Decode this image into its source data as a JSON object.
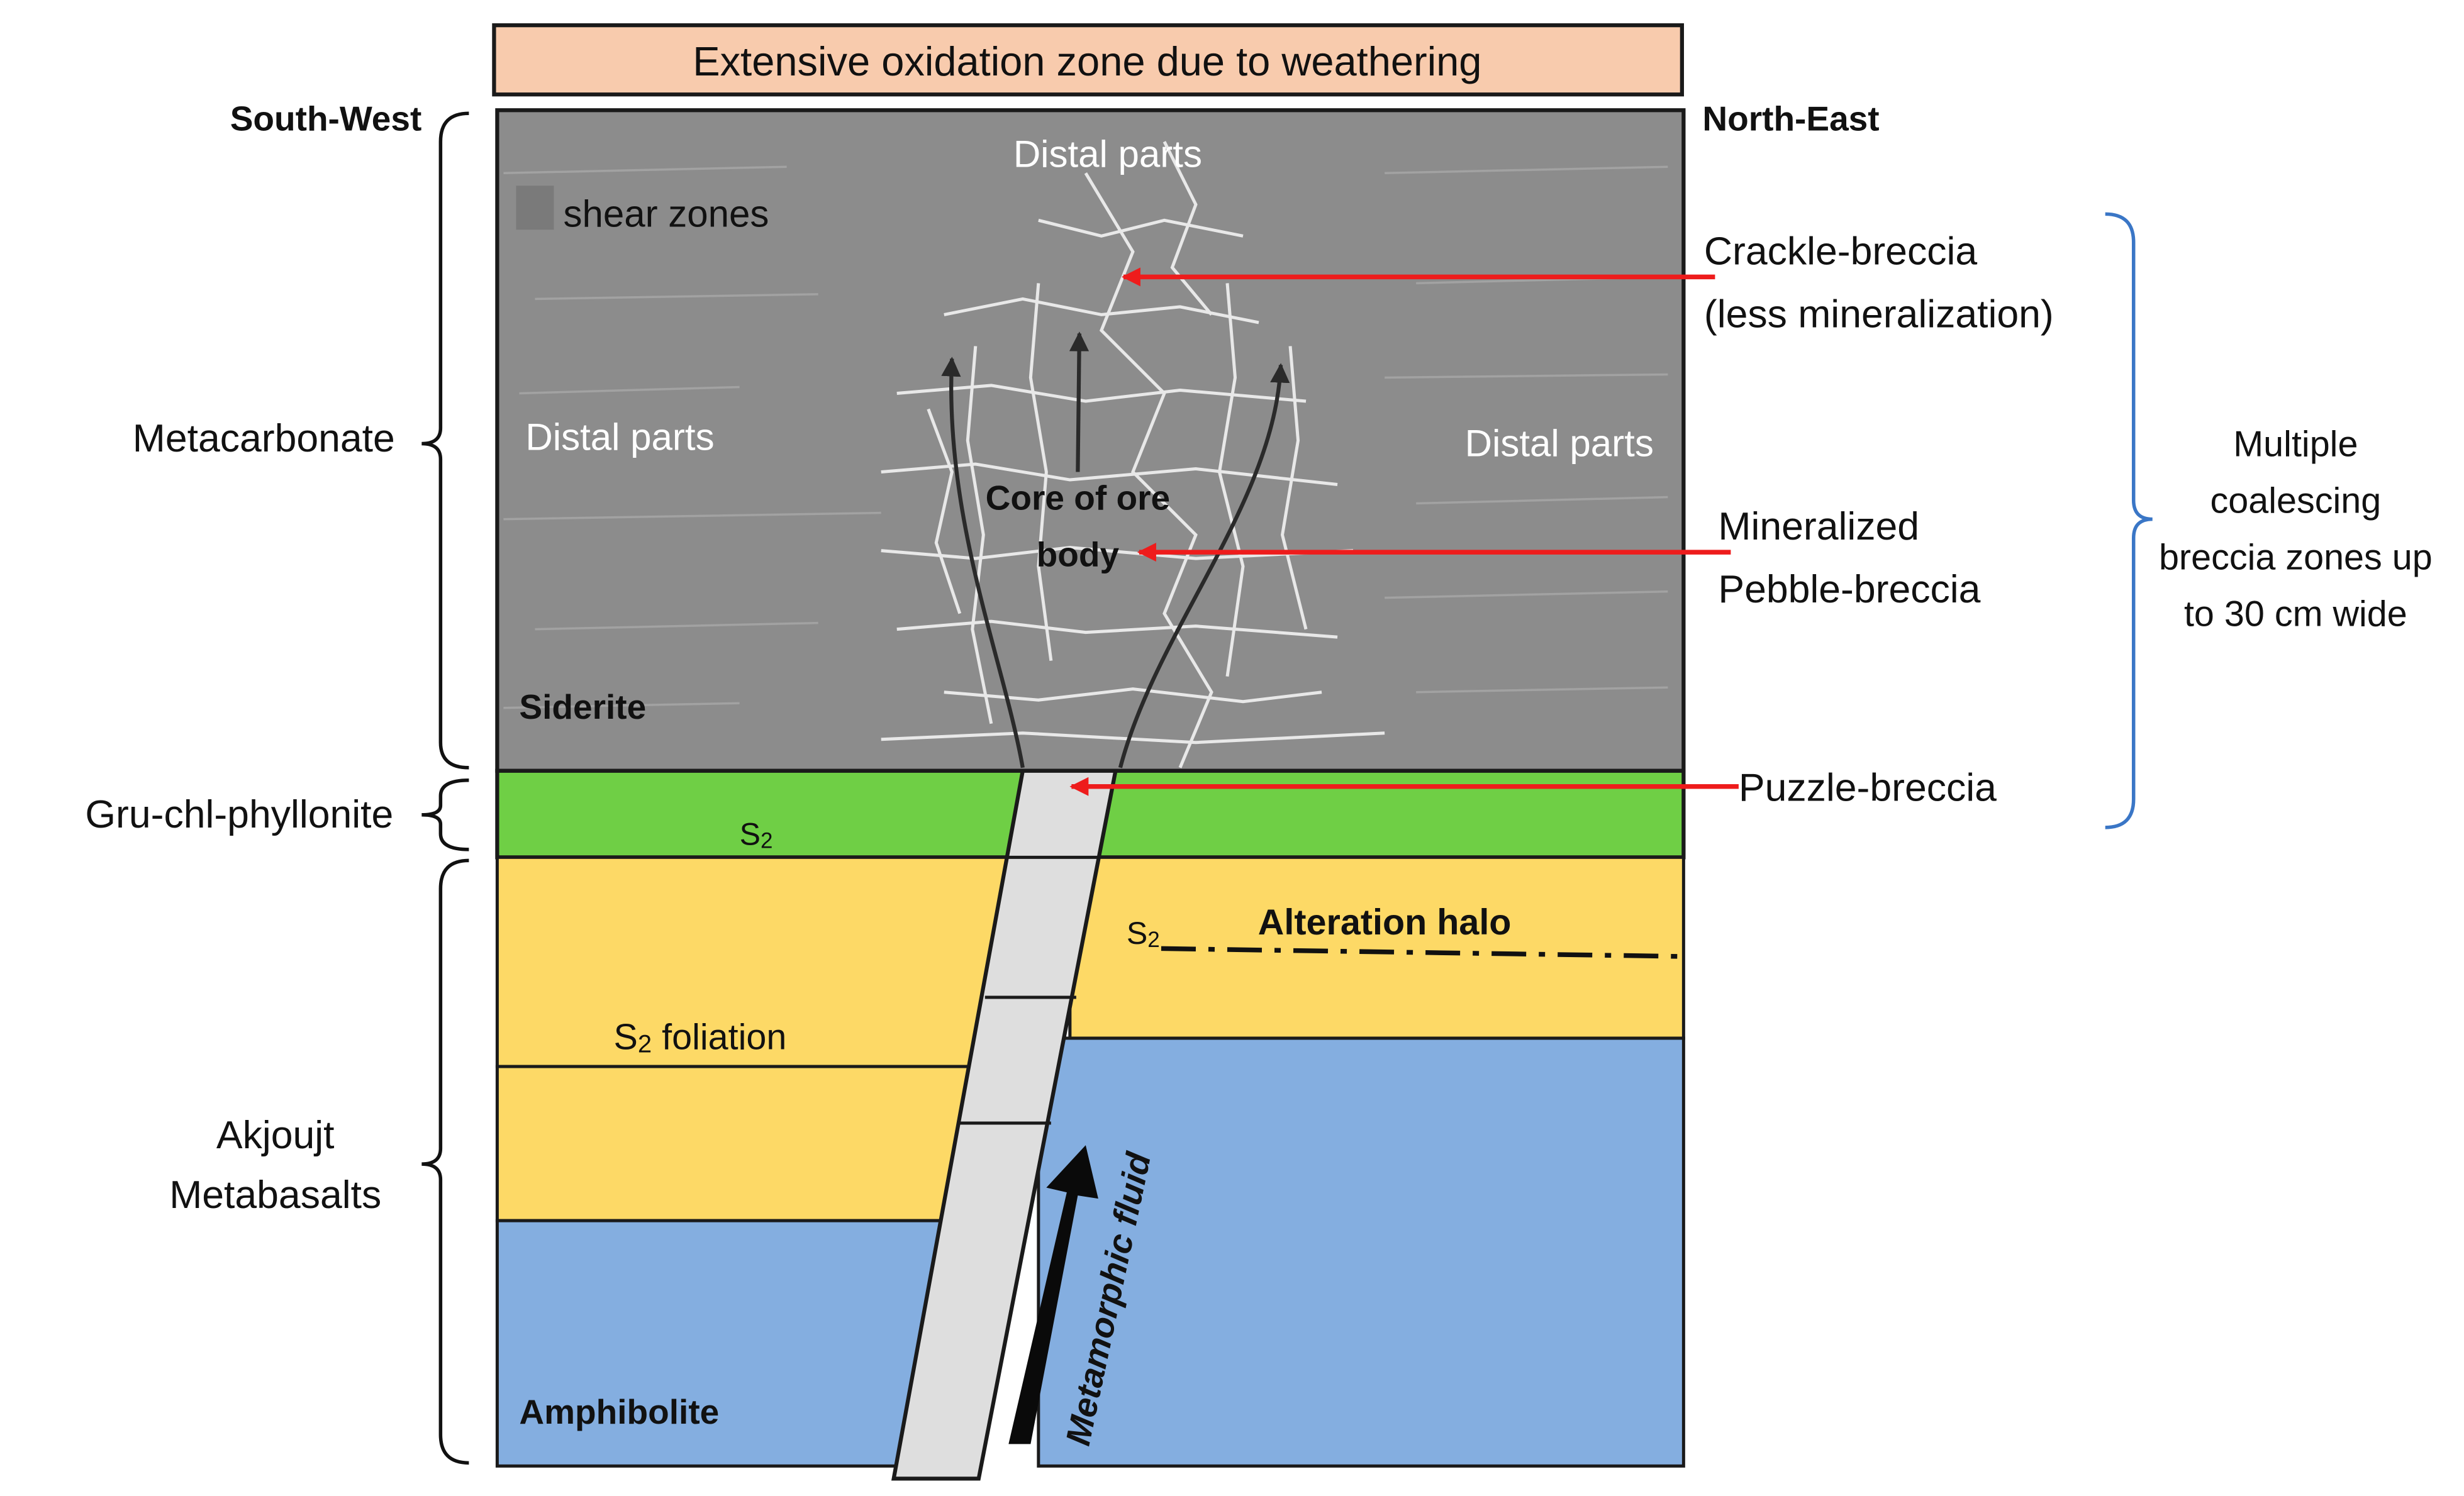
{
  "header": {
    "banner": "Extensive oxidation zone due to weathering"
  },
  "directions": {
    "left": "South-West",
    "right": "North-East"
  },
  "units": {
    "metacarbonate": "Metacarbonate",
    "phyllonite": "Gru-chl-phyllonite",
    "akjoujt_line1": "Akjoujt",
    "akjoujt_line2": "Metabasalts"
  },
  "inside": {
    "shear_zones": "shear zones",
    "distal_top": "Distal parts",
    "distal_left": "Distal parts",
    "distal_right": "Distal parts",
    "core_line1": "Core of ore",
    "core_line2": "body",
    "siderite": "Siderite",
    "s2_green_main": "S",
    "s2_green_sub": "2",
    "s2_halo_main": "S",
    "s2_halo_sub": "2",
    "alteration_halo": "Alteration halo",
    "s2_foliation_main": "S",
    "s2_foliation_sub": "2",
    "s2_foliation_rest": " foliation",
    "amphibolite": "Amphibolite",
    "fluid": "Metamorphic fluid"
  },
  "callouts": {
    "crackle_line1": "Crackle-breccia",
    "crackle_line2": "(less mineralization)",
    "mineralized_line1": "Mineralized",
    "mineralized_line2": "Pebble-breccia",
    "puzzle": "Puzzle-breccia"
  },
  "bracket_note": {
    "line1": "Multiple",
    "line2": "coalescing",
    "line3": "breccia zones up",
    "line4": "to 30 cm wide"
  },
  "colors": {
    "banner_fill": "#f8cbad",
    "rock_gray": "#8c8c8c",
    "phyllonite_green": "#6fcf45",
    "metabasalt_yellow": "#fdd966",
    "amphibolite_blue": "#84aee0",
    "vein_fill": "#dedede",
    "callout_red": "#ee1c1c",
    "bracket_blue": "#3a76c6"
  }
}
